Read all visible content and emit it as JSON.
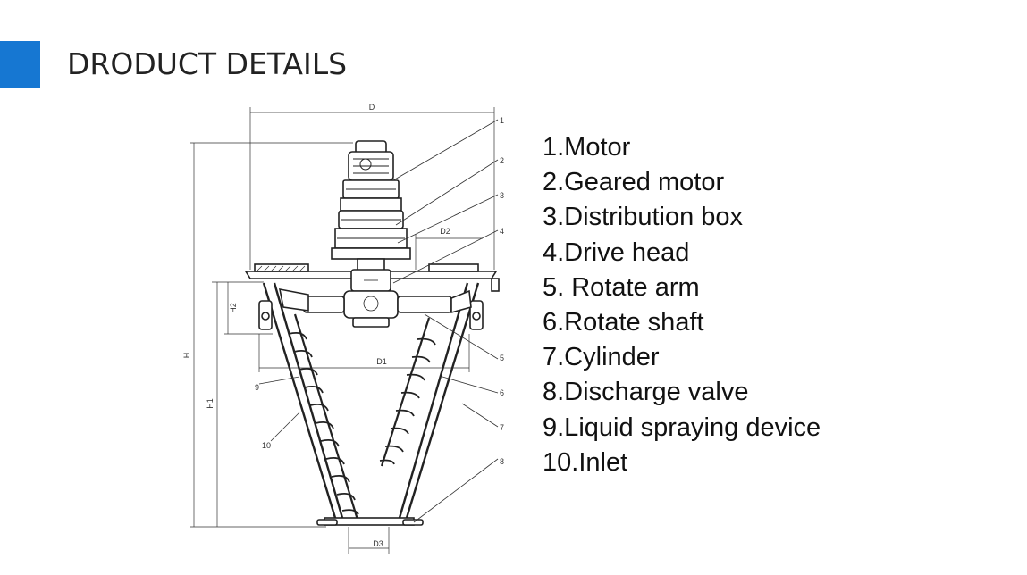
{
  "header": {
    "title": "DRODUCT DETAILS",
    "accent_color": "#1677d2"
  },
  "diagram": {
    "dimension_labels": {
      "D": "D",
      "D1": "D1",
      "D2": "D2",
      "D3": "D3",
      "H": "H",
      "H1": "H1",
      "H2": "H2"
    },
    "callout_numbers": [
      "1",
      "2",
      "3",
      "4",
      "5",
      "6",
      "7",
      "8",
      "9",
      "10"
    ]
  },
  "legend": {
    "items": [
      "1.Motor",
      "2.Geared motor",
      "3.Distribution box",
      "4.Drive head",
      "5. Rotate arm",
      "6.Rotate shaft",
      "7.Cylinder",
      "8.Discharge valve",
      "9.Liquid spraying device",
      "10.Inlet"
    ]
  }
}
